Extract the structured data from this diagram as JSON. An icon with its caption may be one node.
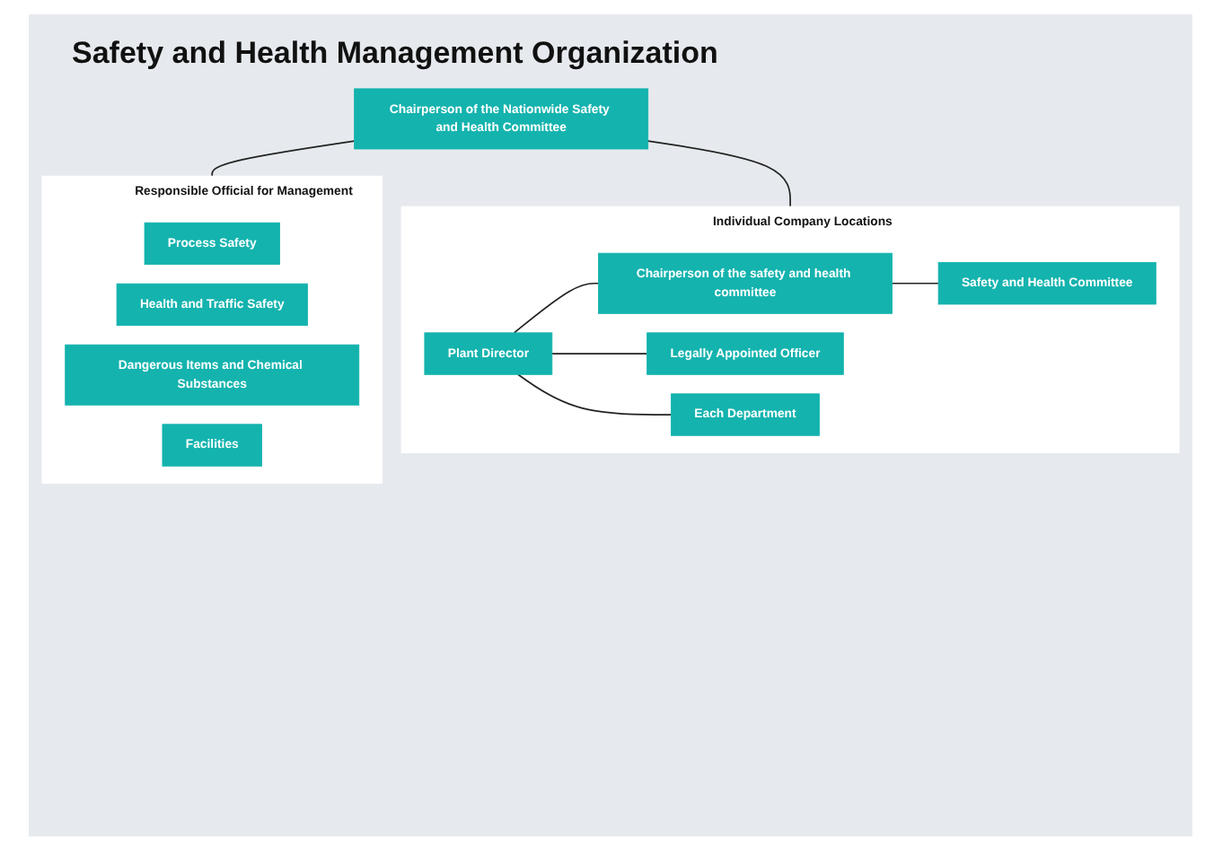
{
  "diagram": {
    "title": "Safety and Health Management Organization",
    "nodes": [
      {
        "text": [
          "Chairperson of the Nationwide Safety and Health Committee"
        ]
      },
      {
        "text": [
          "Responsible Official for Management"
        ]
      },
      {
        "text": [
          "Process Safety"
        ],
        "in": 1
      },
      {
        "text": [
          "Health and Traffic Safety"
        ],
        "in": 1
      },
      {
        "text": [
          "Dangerous Items and Chemical Substances"
        ],
        "in": 1
      },
      {
        "text": [
          "Facilities"
        ],
        "in": 1
      },
      {
        "text": [
          "Individual Company Locations"
        ]
      },
      {
        "text": [
          "Plant Director"
        ],
        "in": 6
      },
      {
        "text": [
          "Chairperson of the safety and health committee"
        ],
        "in": 6
      },
      {
        "text": [
          "Safety and Health Committee"
        ],
        "in": 6
      },
      {
        "text": [
          "Legally Appointed Officer"
        ],
        "in": 6
      },
      {
        "text": [
          "Each Department"
        ],
        "in": 6
      }
    ],
    "edges": [
      {
        "from": 0,
        "to": 1,
        "arrow": "none"
      },
      {
        "from": 0,
        "to": 6,
        "arrow": "none"
      },
      {
        "from": 7,
        "to": 8,
        "arrow": "none"
      },
      {
        "from": 7,
        "to": 10,
        "arrow": "none"
      },
      {
        "from": 7,
        "to": 11,
        "arrow": "none"
      },
      {
        "from": 8,
        "to": 9,
        "arrow": "none"
      }
    ]
  }
}
